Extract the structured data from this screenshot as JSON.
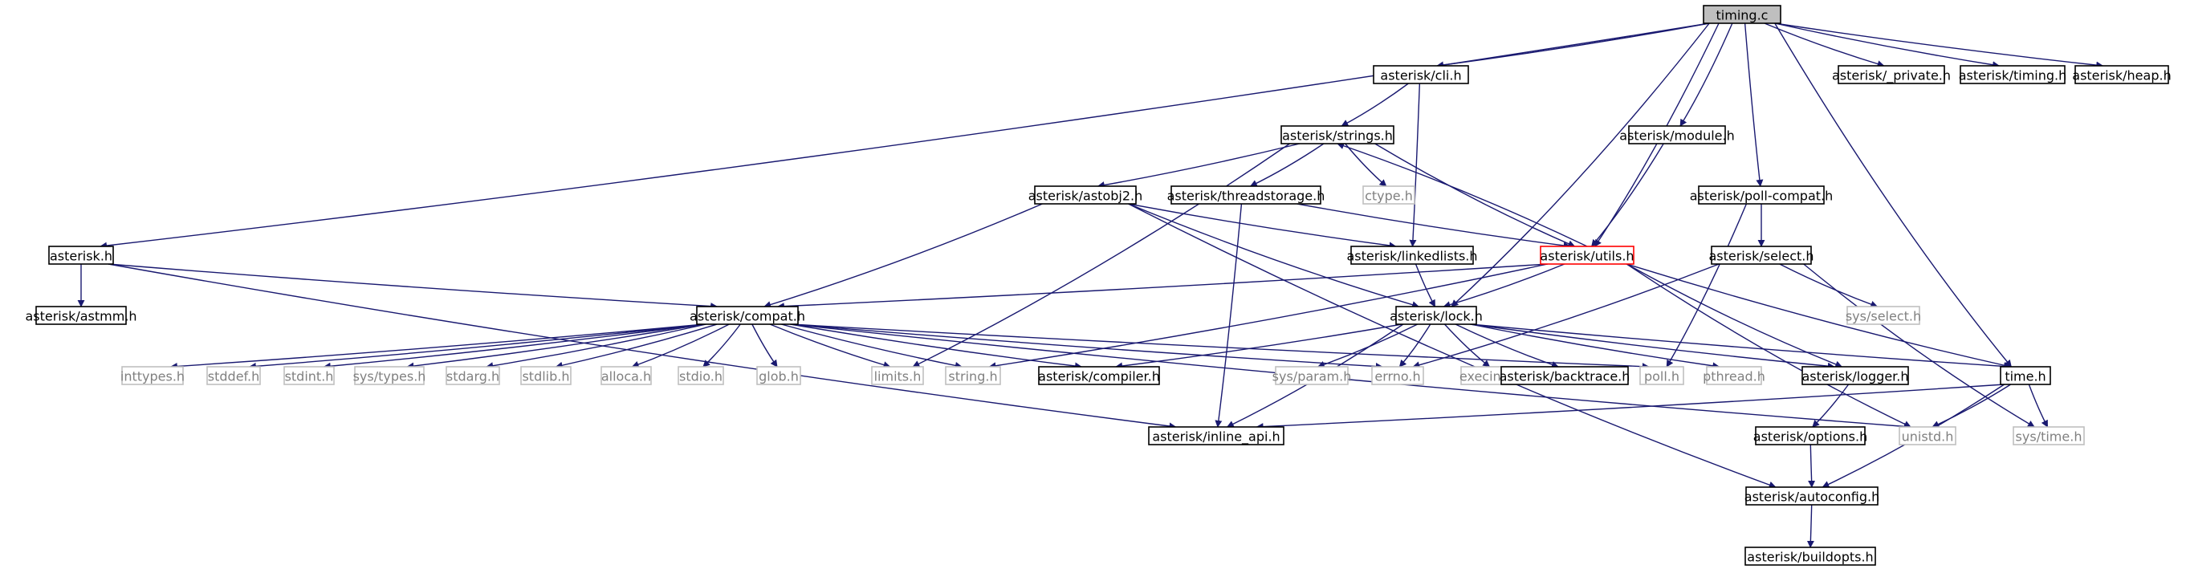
{
  "diagram": {
    "root": "timing_c",
    "colors": {
      "edge": "#191970",
      "node_border": "#000000",
      "root_fill": "#bfbfbf",
      "highlight_border": "#ff0000",
      "external_border": "#bfbfbf",
      "external_text": "#808080"
    },
    "nodes": [
      {
        "id": "timing_c",
        "label": "timing.c",
        "kind": "root"
      },
      {
        "id": "cli_h",
        "label": "asterisk/cli.h",
        "kind": "normal"
      },
      {
        "id": "private_h",
        "label": "asterisk/_private.h",
        "kind": "normal"
      },
      {
        "id": "timing_h",
        "label": "asterisk/timing.h",
        "kind": "normal"
      },
      {
        "id": "heap_h",
        "label": "asterisk/heap.h",
        "kind": "normal"
      },
      {
        "id": "strings_h",
        "label": "asterisk/strings.h",
        "kind": "normal"
      },
      {
        "id": "module_h",
        "label": "asterisk/module.h",
        "kind": "normal"
      },
      {
        "id": "astobj2_h",
        "label": "asterisk/astobj2.h",
        "kind": "normal"
      },
      {
        "id": "threadstorage_h",
        "label": "asterisk/threadstorage.h",
        "kind": "normal"
      },
      {
        "id": "ctype_h",
        "label": "ctype.h",
        "kind": "external"
      },
      {
        "id": "pollcompat_h",
        "label": "asterisk/poll-compat.h",
        "kind": "normal"
      },
      {
        "id": "asterisk_h",
        "label": "asterisk.h",
        "kind": "normal"
      },
      {
        "id": "linkedlists_h",
        "label": "asterisk/linkedlists.h",
        "kind": "normal"
      },
      {
        "id": "utils_h",
        "label": "asterisk/utils.h",
        "kind": "highlight"
      },
      {
        "id": "select_h",
        "label": "asterisk/select.h",
        "kind": "normal"
      },
      {
        "id": "astmm_h",
        "label": "asterisk/astmm.h",
        "kind": "normal"
      },
      {
        "id": "compat_h",
        "label": "asterisk/compat.h",
        "kind": "normal"
      },
      {
        "id": "lock_h",
        "label": "asterisk/lock.h",
        "kind": "normal"
      },
      {
        "id": "sysselect_h",
        "label": "sys/select.h",
        "kind": "external"
      },
      {
        "id": "inttypes_h",
        "label": "inttypes.h",
        "kind": "external"
      },
      {
        "id": "stddef_h",
        "label": "stddef.h",
        "kind": "external"
      },
      {
        "id": "stdint_h",
        "label": "stdint.h",
        "kind": "external"
      },
      {
        "id": "systypes_h",
        "label": "sys/types.h",
        "kind": "external"
      },
      {
        "id": "stdarg_h",
        "label": "stdarg.h",
        "kind": "external"
      },
      {
        "id": "stdlib_h",
        "label": "stdlib.h",
        "kind": "external"
      },
      {
        "id": "alloca_h",
        "label": "alloca.h",
        "kind": "external"
      },
      {
        "id": "stdio_h",
        "label": "stdio.h",
        "kind": "external"
      },
      {
        "id": "glob_h",
        "label": "glob.h",
        "kind": "external"
      },
      {
        "id": "limits_h",
        "label": "limits.h",
        "kind": "external"
      },
      {
        "id": "string_h",
        "label": "string.h",
        "kind": "external"
      },
      {
        "id": "compiler_h",
        "label": "asterisk/compiler.h",
        "kind": "normal"
      },
      {
        "id": "sysparam_h",
        "label": "sys/param.h",
        "kind": "external"
      },
      {
        "id": "errno_h",
        "label": "errno.h",
        "kind": "external"
      },
      {
        "id": "execinfo_h",
        "label": "execinfo.h",
        "kind": "external"
      },
      {
        "id": "backtrace_h",
        "label": "asterisk/backtrace.h",
        "kind": "normal"
      },
      {
        "id": "poll_h",
        "label": "poll.h",
        "kind": "external"
      },
      {
        "id": "pthread_h",
        "label": "pthread.h",
        "kind": "external"
      },
      {
        "id": "logger_h",
        "label": "asterisk/logger.h",
        "kind": "normal"
      },
      {
        "id": "time_h",
        "label": "time.h",
        "kind": "normal"
      },
      {
        "id": "inlineapi_h",
        "label": "asterisk/inline_api.h",
        "kind": "normal"
      },
      {
        "id": "unistd_h",
        "label": "unistd.h",
        "kind": "external"
      },
      {
        "id": "systime_h",
        "label": "sys/time.h",
        "kind": "external"
      },
      {
        "id": "options_h",
        "label": "asterisk/options.h",
        "kind": "normal"
      },
      {
        "id": "autoconfig_h",
        "label": "asterisk/autoconfig.h",
        "kind": "normal"
      },
      {
        "id": "buildopts_h",
        "label": "asterisk/buildopts.h",
        "kind": "normal"
      }
    ],
    "edges": [
      [
        "timing_c",
        "cli_h"
      ],
      [
        "timing_c",
        "private_h"
      ],
      [
        "timing_c",
        "timing_h"
      ],
      [
        "timing_c",
        "heap_h"
      ],
      [
        "timing_c",
        "asterisk_h"
      ],
      [
        "timing_c",
        "module_h"
      ],
      [
        "timing_c",
        "utils_h"
      ],
      [
        "timing_c",
        "pollcompat_h"
      ],
      [
        "timing_c",
        "lock_h"
      ],
      [
        "timing_c",
        "time_h"
      ],
      [
        "cli_h",
        "strings_h"
      ],
      [
        "cli_h",
        "linkedlists_h"
      ],
      [
        "strings_h",
        "astobj2_h"
      ],
      [
        "strings_h",
        "threadstorage_h"
      ],
      [
        "strings_h",
        "ctype_h"
      ],
      [
        "strings_h",
        "utils_h"
      ],
      [
        "strings_h",
        "limits_h"
      ],
      [
        "module_h",
        "utils_h"
      ],
      [
        "astobj2_h",
        "linkedlists_h"
      ],
      [
        "astobj2_h",
        "compat_h"
      ],
      [
        "astobj2_h",
        "lock_h"
      ],
      [
        "astobj2_h",
        "autoconfig_h"
      ],
      [
        "threadstorage_h",
        "utils_h"
      ],
      [
        "threadstorage_h",
        "inlineapi_h"
      ],
      [
        "pollcompat_h",
        "select_h"
      ],
      [
        "pollcompat_h",
        "poll_h"
      ],
      [
        "asterisk_h",
        "astmm_h"
      ],
      [
        "asterisk_h",
        "compat_h"
      ],
      [
        "asterisk_h",
        "inlineapi_h"
      ],
      [
        "linkedlists_h",
        "lock_h"
      ],
      [
        "utils_h",
        "strings_h"
      ],
      [
        "utils_h",
        "compat_h"
      ],
      [
        "utils_h",
        "lock_h"
      ],
      [
        "utils_h",
        "string_h"
      ],
      [
        "utils_h",
        "logger_h"
      ],
      [
        "utils_h",
        "time_h"
      ],
      [
        "utils_h",
        "unistd_h"
      ],
      [
        "select_h",
        "errno_h"
      ],
      [
        "select_h",
        "sysselect_h"
      ],
      [
        "select_h",
        "systime_h"
      ],
      [
        "compat_h",
        "inttypes_h"
      ],
      [
        "compat_h",
        "stddef_h"
      ],
      [
        "compat_h",
        "stdint_h"
      ],
      [
        "compat_h",
        "systypes_h"
      ],
      [
        "compat_h",
        "stdarg_h"
      ],
      [
        "compat_h",
        "stdlib_h"
      ],
      [
        "compat_h",
        "alloca_h"
      ],
      [
        "compat_h",
        "stdio_h"
      ],
      [
        "compat_h",
        "glob_h"
      ],
      [
        "compat_h",
        "limits_h"
      ],
      [
        "compat_h",
        "string_h"
      ],
      [
        "compat_h",
        "compiler_h"
      ],
      [
        "compat_h",
        "errno_h"
      ],
      [
        "compat_h",
        "poll_h"
      ],
      [
        "compat_h",
        "unistd_h"
      ],
      [
        "lock_h",
        "compiler_h"
      ],
      [
        "lock_h",
        "sysparam_h"
      ],
      [
        "lock_h",
        "errno_h"
      ],
      [
        "lock_h",
        "execinfo_h"
      ],
      [
        "lock_h",
        "backtrace_h"
      ],
      [
        "lock_h",
        "pthread_h"
      ],
      [
        "lock_h",
        "logger_h"
      ],
      [
        "lock_h",
        "time_h"
      ],
      [
        "lock_h",
        "inlineapi_h"
      ],
      [
        "logger_h",
        "options_h"
      ],
      [
        "time_h",
        "inlineapi_h"
      ],
      [
        "time_h",
        "unistd_h"
      ],
      [
        "time_h",
        "systime_h"
      ],
      [
        "time_h",
        "autoconfig_h"
      ],
      [
        "options_h",
        "autoconfig_h"
      ],
      [
        "autoconfig_h",
        "buildopts_h"
      ]
    ]
  }
}
